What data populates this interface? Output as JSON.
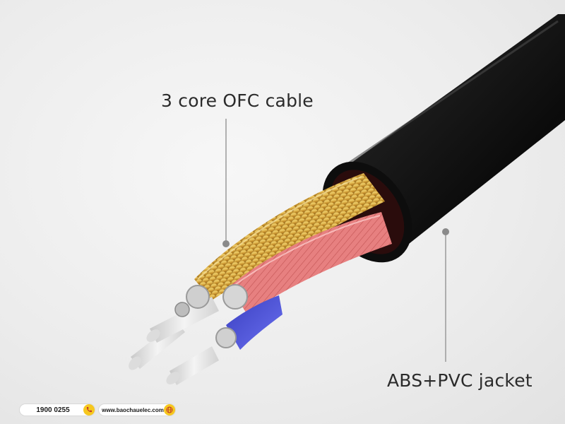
{
  "labels": {
    "conductor": "3 core OFC cable",
    "jacket": "ABS+PVC jacket"
  },
  "footer": {
    "phone": "1900 0255",
    "website": "www.baochauelec.com",
    "phone_icon": "phone-icon",
    "web_icon": "globe-icon"
  },
  "colors": {
    "jacket": "#151515",
    "gold_strands": "#d4a63a",
    "red_strands": "#e07070",
    "blue_strands": "#4a4fd0",
    "insulator": "#e6e6e6",
    "accent": "#f6c71e"
  }
}
